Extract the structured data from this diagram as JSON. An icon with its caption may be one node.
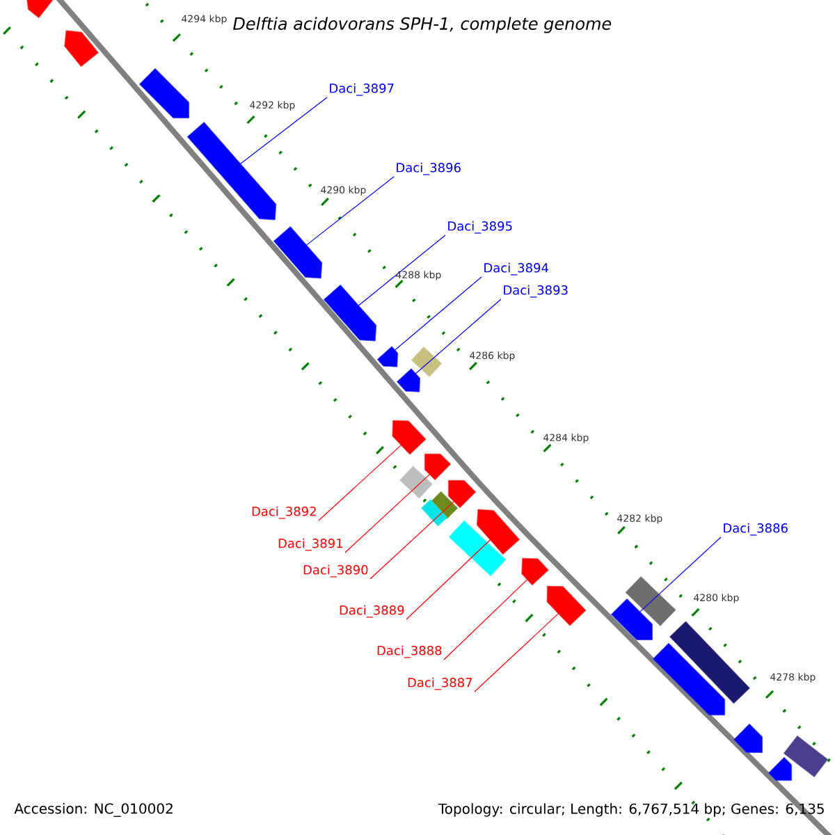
{
  "diagram": {
    "title": "*Delftia acidovorans* SPH-1, complete genome",
    "nodes": [
      {
        "text": [
          "Daci_3897"
        ]
      },
      {
        "text": [
          "Daci_3896"
        ]
      },
      {
        "text": [
          "Daci_3895"
        ]
      },
      {
        "text": [
          "Daci_3894"
        ]
      },
      {
        "text": [
          "Daci_3893"
        ]
      },
      {
        "text": [
          "Daci_3892"
        ]
      },
      {
        "text": [
          "Daci_3891"
        ]
      },
      {
        "text": [
          "Daci_3890"
        ]
      },
      {
        "text": [
          "Daci_3889"
        ]
      },
      {
        "text": [
          "Daci_3888"
        ]
      },
      {
        "text": [
          "Daci_3887"
        ]
      },
      {
        "text": [
          "Daci_3886"
        ]
      },
      {
        "text": [],
        "shape": "arrow"
      },
      {
        "text": [],
        "shape": "arrow"
      },
      {
        "text": [],
        "shape": "arrow"
      },
      {
        "text": [],
        "shape": "arrow"
      },
      {
        "text": [],
        "shape": "arrow"
      },
      {
        "text": [],
        "shape": "arrow"
      },
      {
        "text": [],
        "shape": "arrow"
      },
      {
        "text": [],
        "shape": "box"
      },
      {
        "text": [],
        "shape": "arrow"
      },
      {
        "text": [],
        "shape": "arrow"
      },
      {
        "text": [],
        "shape": "arrow"
      },
      {
        "text": [],
        "shape": "box"
      },
      {
        "text": [],
        "shape": "arrow"
      },
      {
        "text": [],
        "shape": "box"
      },
      {
        "text": [],
        "shape": "box"
      },
      {
        "text": [],
        "shape": "box"
      },
      {
        "text": [],
        "shape": "arrow"
      },
      {
        "text": [],
        "shape": "arrow"
      },
      {
        "text": [],
        "shape": "arrow"
      },
      {
        "text": [],
        "shape": "box"
      },
      {
        "text": [],
        "shape": "arrow"
      },
      {
        "text": [],
        "shape": "box"
      },
      {
        "text": [],
        "shape": "arrow"
      },
      {
        "text": [],
        "shape": "arrow"
      },
      {
        "text": [],
        "shape": "box"
      },
      {
        "text": [],
        "shape": "arrow"
      }
    ],
    "edges": [
      {
        "from": 0,
        "to": 15,
        "arrow": "none"
      },
      {
        "from": 1,
        "to": 16,
        "arrow": "none"
      },
      {
        "from": 2,
        "to": 17,
        "arrow": "none"
      },
      {
        "from": 3,
        "to": 18,
        "arrow": "none"
      },
      {
        "from": 4,
        "to": 20,
        "arrow": "none"
      },
      {
        "from": 5,
        "to": 21,
        "arrow": "none",
        "color": "#ff0000"
      },
      {
        "from": 6,
        "to": 22,
        "arrow": "none",
        "color": "#ff0000"
      },
      {
        "from": 7,
        "to": 24,
        "arrow": "none",
        "color": "#ff0000"
      },
      {
        "from": 8,
        "to": 28,
        "arrow": "none",
        "color": "#ff0000"
      },
      {
        "from": 9,
        "to": 29,
        "arrow": "none",
        "color": "#ff0000"
      },
      {
        "from": 10,
        "to": 30,
        "arrow": "none",
        "color": "#ff0000"
      },
      {
        "from": 11,
        "to": 32,
        "arrow": "none"
      }
    ],
    "labels": [
      "4294 kbp",
      "4292 kbp",
      "4290 kbp",
      "4288 kbp",
      "4286 kbp",
      "4284 kbp",
      "4282 kbp",
      "4280 kbp",
      "4278 kbp",
      "Accession: NC_010002",
      "Topology: circular; Length: 6,767,514 bp; Genes: 6,135"
    ]
  }
}
